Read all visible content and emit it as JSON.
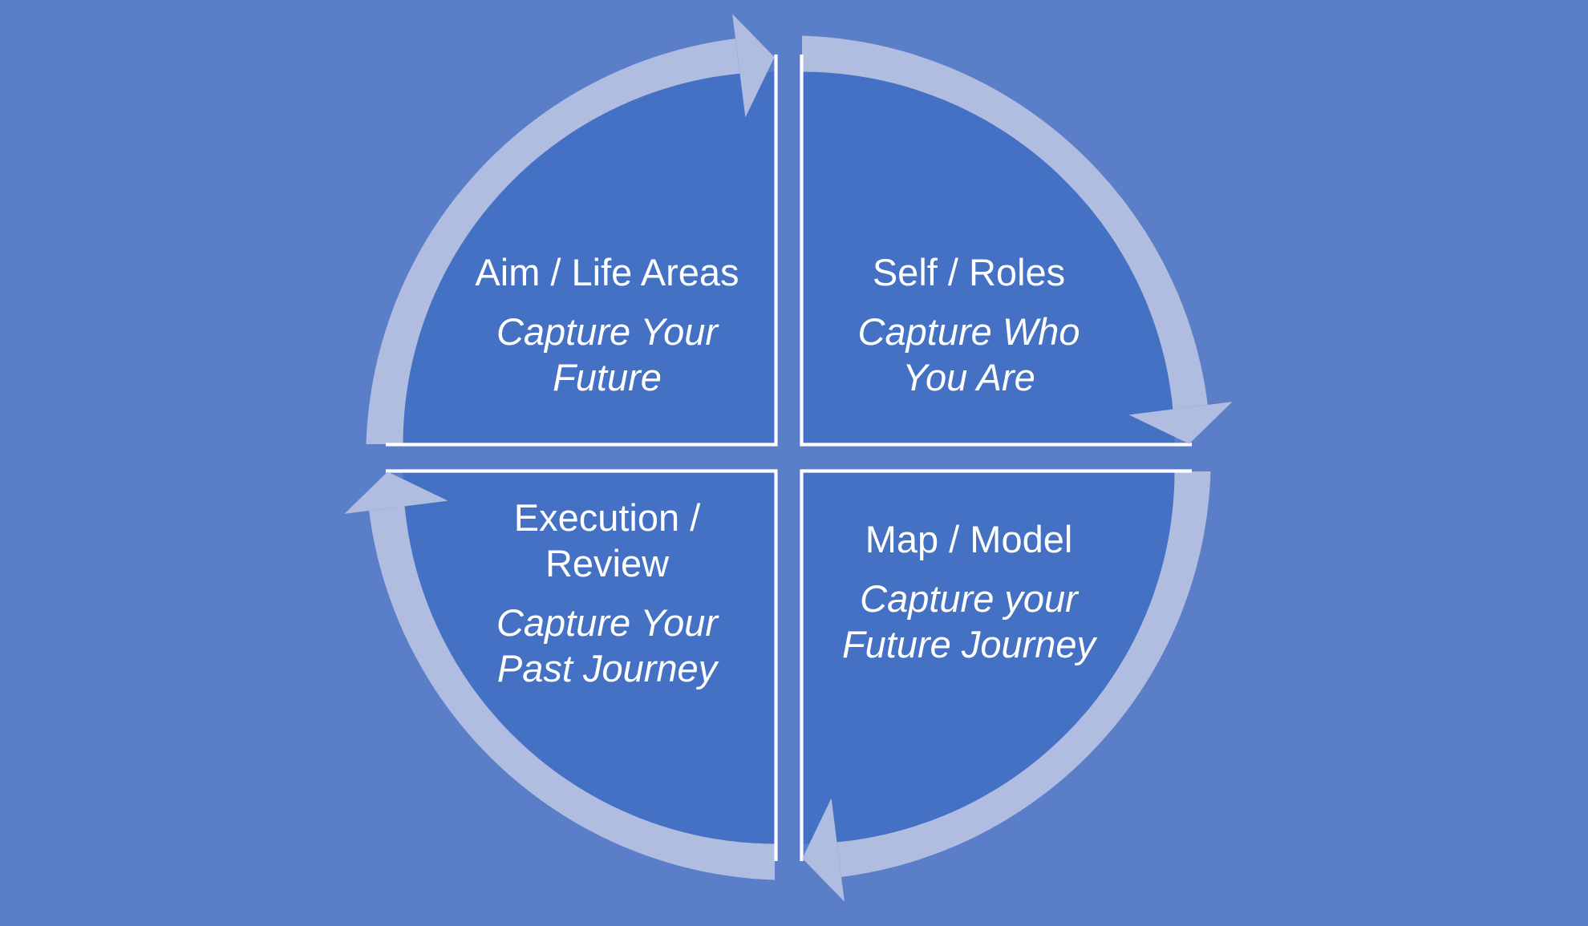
{
  "colors": {
    "background": "#5B7EC8",
    "quadrant_fill": "#4471C4",
    "arrow_ring": "#B0BCE0",
    "divider": "#FFFFFF",
    "text": "#FFFFFF"
  },
  "quadrants": [
    {
      "key": "aim-life-areas",
      "title": "Aim / Life Areas",
      "subtitle": "Capture Your\nFuture"
    },
    {
      "key": "self-roles",
      "title": "Self / Roles",
      "subtitle": "Capture Who\nYou Are"
    },
    {
      "key": "execution-review",
      "title": "Execution /\nReview",
      "subtitle": "Capture Your\nPast Journey"
    },
    {
      "key": "map-model",
      "title": "Map / Model",
      "subtitle": "Capture your\nFuture Journey"
    }
  ]
}
